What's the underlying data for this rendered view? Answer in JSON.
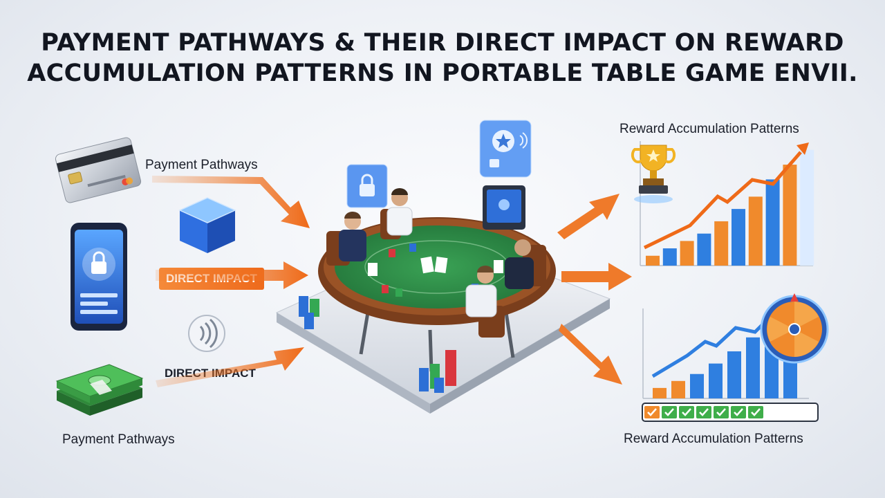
{
  "title": {
    "line1": "PAYMENT PATHWAYS & THEIR DIRECT IMPACT ON REWARD",
    "line2": "ACCUMULATION PATTERNS IN PORTABLE TABLE GAME ENVII."
  },
  "left": {
    "top_label": "Payment Pathways",
    "bottom_label": "Payment Pathways",
    "impact_badge": "DIRECT IMPACT",
    "impact_plain": "DIRECT IMPACT"
  },
  "right": {
    "top_label": "Reward Accumulation Patterns",
    "bottom_label": "Reward Accumulation Patterns"
  },
  "reward_charts": {
    "top_bar_levels": [
      0.08,
      0.14,
      0.2,
      0.26,
      0.36,
      0.46,
      0.56,
      0.7,
      0.82,
      0.94
    ],
    "bottom_bar_levels": [
      0.12,
      0.2,
      0.28,
      0.4,
      0.54,
      0.7,
      0.8,
      0.86
    ],
    "progress_checks": 7,
    "progress_total": 10
  },
  "colors": {
    "arrow": "#ef7a2a",
    "bar_blue": "#2f7fe0",
    "bar_orange": "#f08a2c",
    "table_felt": "#2f8f45"
  },
  "icons": [
    "credit-card-icon",
    "smartphone-lock-icon",
    "cash-stack-icon",
    "blue-cube-icon",
    "contactless-icon",
    "lock-panel-icon",
    "star-panel-icon",
    "tablet-icon",
    "trophy-icon",
    "prize-wheel-icon"
  ]
}
